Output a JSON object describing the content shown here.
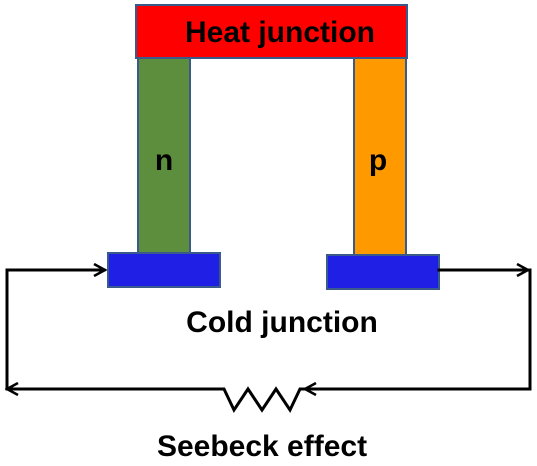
{
  "heat_junction": {
    "label": "Heat junction",
    "fill": "#FF0000",
    "stroke": "#3A5A8C"
  },
  "n_leg": {
    "label": "n",
    "fill": "#5C8E3E",
    "stroke": "#3A5A8C"
  },
  "p_leg": {
    "label": "p",
    "fill": "#FF9900",
    "stroke": "#3A5A8C"
  },
  "cold_junction": {
    "label": "Cold junction",
    "fill": "#1F1FE6",
    "stroke": "#3A5A8C"
  },
  "circuit": {
    "label": "Seebeck effect",
    "wire_color": "#000000",
    "components": [
      "resistor-icon",
      "arrow-icon"
    ]
  }
}
